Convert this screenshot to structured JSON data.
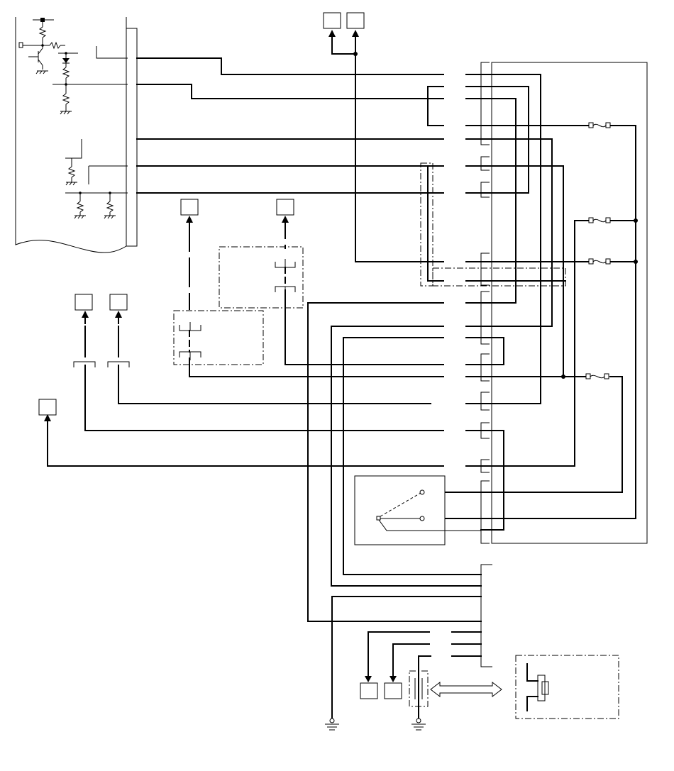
{
  "diagram": {
    "type": "wiring-schematic",
    "line_color": "#000000",
    "background": "#ffffff",
    "icons": [
      "ground-symbol",
      "fuse-symbol",
      "switch-symbol",
      "double-arrow-icon",
      "resistor-symbol",
      "transistor-symbol",
      "diode-symbol"
    ]
  }
}
